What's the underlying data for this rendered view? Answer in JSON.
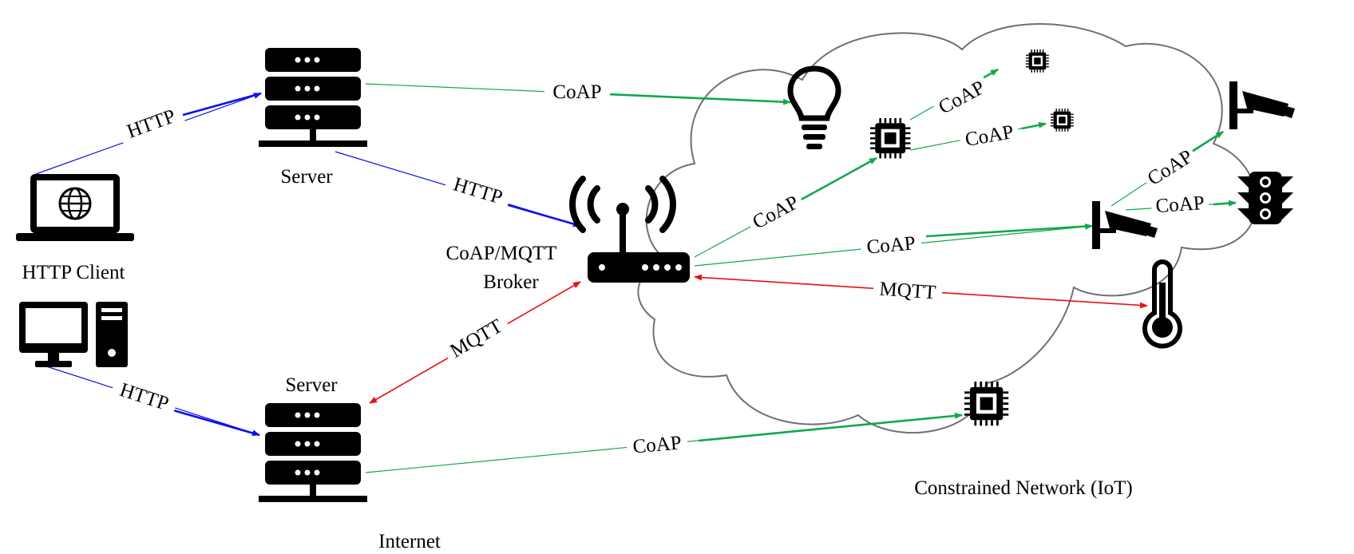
{
  "labels": {
    "http_client": "HTTP Client",
    "server_top": "Server",
    "server_bottom": "Server",
    "broker_line1": "CoAP/MQTT",
    "broker_line2": "Broker",
    "internet": "Internet",
    "network": "Constrained Network (IoT)"
  },
  "edges": {
    "laptop_server": "HTTP",
    "desktop_server": "HTTP",
    "server_router": "HTTP",
    "server_bulb": "CoAP",
    "router_server": "MQTT",
    "router_chip": "CoAP",
    "chip_tinychip1": "CoAP",
    "chip_tinychip2": "CoAP",
    "router_camera": "CoAP",
    "camera_camera": "CoAP",
    "camera_trafficlight": "CoAP",
    "router_thermometer": "MQTT",
    "server_chip": "CoAP"
  },
  "colors": {
    "http": "#1010ee",
    "coap": "#12a84b",
    "mqtt": "#e81010",
    "cloud": "#707070"
  },
  "icons": [
    "laptop-globe-icon",
    "desktop-computer-icon",
    "server-rack-icon",
    "wifi-router-icon",
    "light-bulb-icon",
    "microchip-icon",
    "security-camera-icon",
    "traffic-light-icon",
    "thermometer-icon"
  ]
}
